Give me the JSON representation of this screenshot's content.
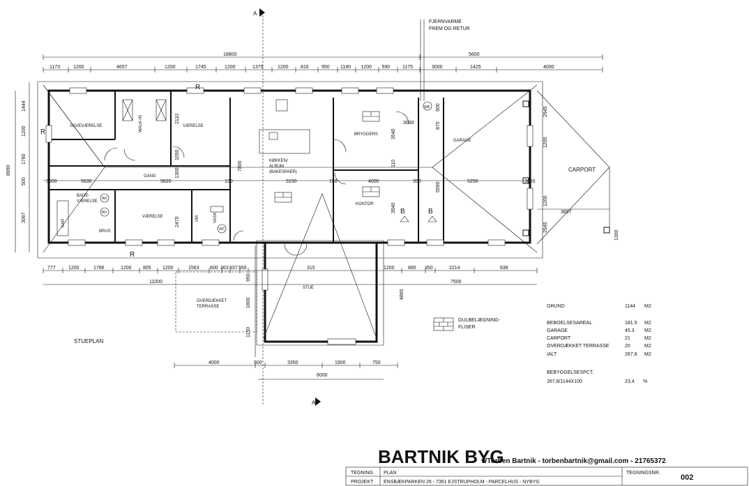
{
  "section_marks": {
    "a_top": "A",
    "a_bottom": "A"
  },
  "district_heating": {
    "line1": "FJERNVARME",
    "line2": "FREM OG RETUR",
    "wb": "WB"
  },
  "top_dims": {
    "overall_left": "18800",
    "overall_right": "5600",
    "segments": [
      "1173",
      "1200",
      "4657",
      "1200",
      "1745",
      "1200",
      "1375",
      "1200",
      "816",
      "950",
      "1180",
      "1200",
      "590",
      "1175",
      "3000",
      "1425",
      "4000"
    ]
  },
  "left_dims": {
    "overall": "8990",
    "segments": [
      "1444",
      "1200",
      "1780",
      "500",
      "3067"
    ]
  },
  "rooms": {
    "sovevaerelse": "SOVEVÆRELSE",
    "walkin": "WALK-IN",
    "vaerelse1": "VÆRELSE",
    "koekken": "KØKKEN/",
    "alrum": "ALRUM",
    "bakeside": "(BAKESPAER)",
    "bryggers": "BRYGGERS",
    "garage": "GARAGE",
    "carport": "CARPORT",
    "gang": "GANG",
    "bade": "BADE-",
    "vaerelse_bad": "VÆRELSE",
    "vaerelse2": "VÆRELSE",
    "kontor": "KONTOR",
    "stue": "STUE",
    "overdaekket": "OVERDÆKKET",
    "terrasse": "TERRASSE",
    "kar": "KAR",
    "brus": "BRUS",
    "wc1": "WC",
    "wc2": "WC",
    "bd": "BD",
    "vm": "VM",
    "vask": "VASK"
  },
  "inner_dims": {
    "d2110": "2110",
    "d1050": "1050",
    "d1300": "1300",
    "d7800": "7800",
    "d3540a": "3540",
    "d3540b": "3540",
    "d110": "110",
    "d870": "870",
    "d900": "900",
    "d5590": "5590",
    "d2470": "2470",
    "d2945a": "2945",
    "d2945b": "2945",
    "d1200a": "1200",
    "d1200b": "1200",
    "d3697": "3697",
    "d1300r": "1300",
    "d3500": "3500",
    "d5630": "5630",
    "d5820": "5820",
    "d5150": "5150",
    "d130": "130",
    "d150": "150",
    "d4000m": "4000",
    "d350": "350",
    "d5250": "5250",
    "d3030": "3030",
    "d3600": "3600"
  },
  "marks_r": [
    "R",
    "R",
    "R"
  ],
  "marks_b": [
    "B",
    "B"
  ],
  "bottom_dims": {
    "row1": [
      "777",
      "1200",
      "1786",
      "1200",
      "805",
      "1200",
      "1563",
      "600",
      "363",
      "937",
      "550",
      "315",
      "1200",
      "885",
      "350",
      "2214",
      "838"
    ],
    "row2_left": "11000",
    "row2_right": "7500",
    "row3": [
      "4000",
      "500",
      "3350",
      "1900",
      "750"
    ],
    "row4": "6000",
    "stue_side": [
      "4860",
      "1800",
      "1150",
      "950"
    ]
  },
  "plan_title": "STUEPLAN",
  "legend": {
    "line1": "GULBELÆGNING-",
    "line2": "FLISER"
  },
  "areas": [
    {
      "label": "GRUND",
      "value": "1144",
      "unit": "M2"
    },
    {
      "label": "BEBOELSESAREAL",
      "value": "181.5",
      "unit": "M2"
    },
    {
      "label": "GARAGE",
      "value": "45.3",
      "unit": "M2"
    },
    {
      "label": "CARPORT",
      "value": "21",
      "unit": "M2"
    },
    {
      "label": "OVERDÆKKET TERRASSE",
      "value": "20",
      "unit": "M2"
    },
    {
      "label": "IALT",
      "value": "267,8",
      "unit": "M2"
    }
  ],
  "coverage": {
    "label": "BEBYGGELSESPCT.",
    "formula": "267,8/1144X100",
    "value": "23,4",
    "unit": "%"
  },
  "title_block": {
    "brand": "BARTNIK BYG",
    "contact": "v/Torben Bartnik - torbenbartnik@gmail.com - 21765372",
    "tegning_label": "TEGNING",
    "tegning_value": "PLAN",
    "projekt_label": "PROJEKT",
    "projekt_value": "ENSBÆKPARKEN 26 - 7361 EJSTRUPHOLM - PARCELHUS - NYBYG",
    "tegningsnr_label": "TEGNINGSNR.",
    "tegningsnr_value": "002"
  }
}
